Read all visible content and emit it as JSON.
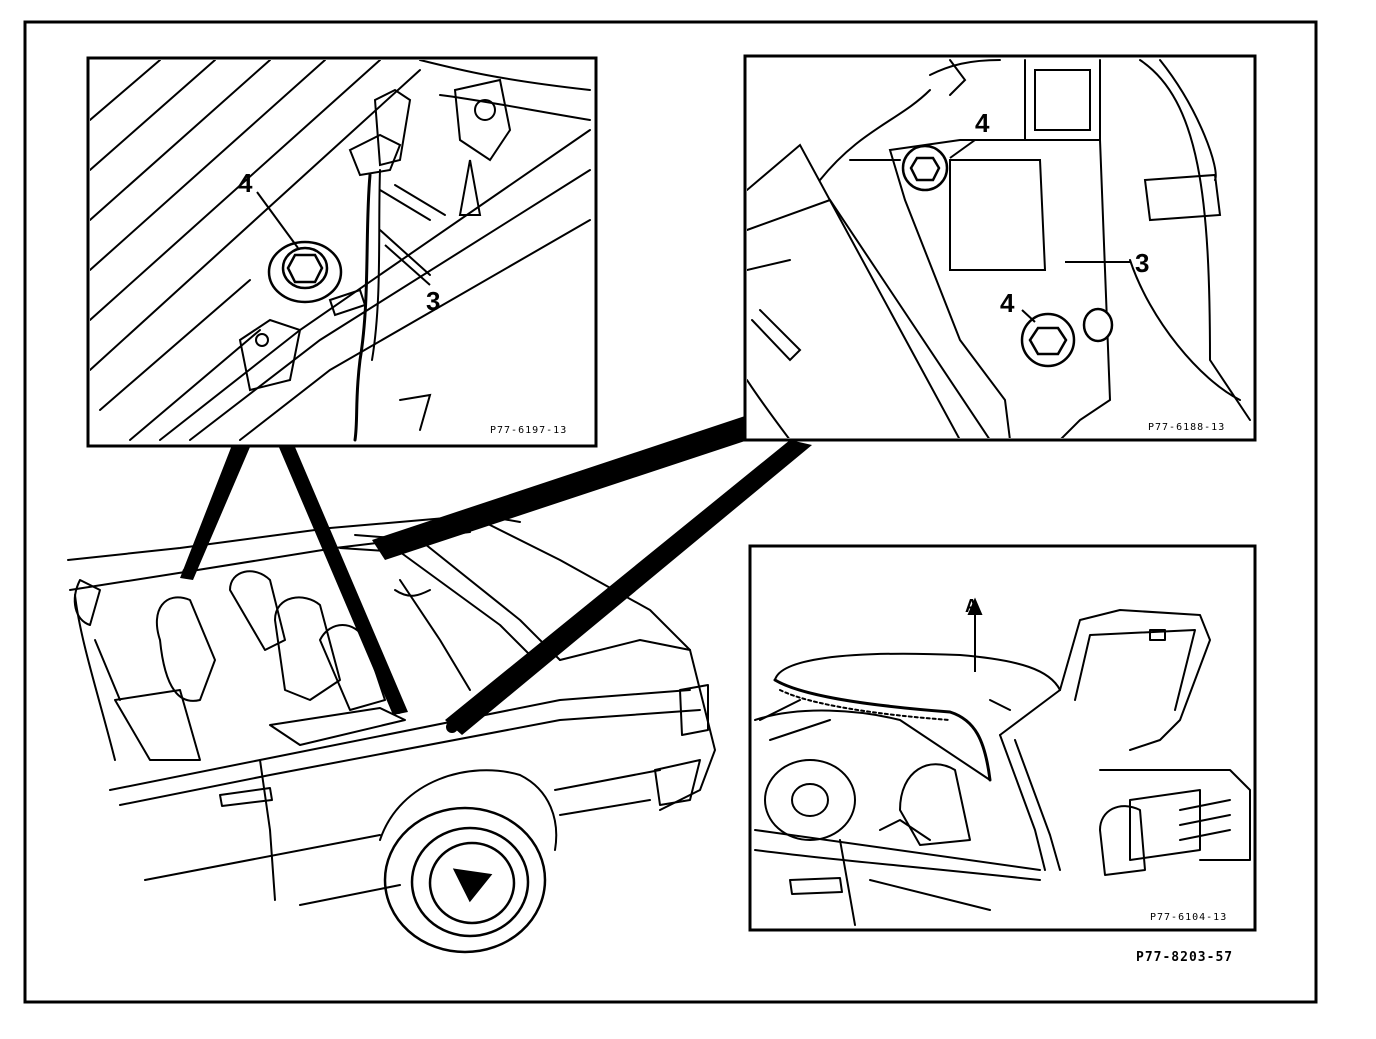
{
  "figure": {
    "main_code": "P77-8203-57",
    "panels": {
      "top_left": {
        "code": "P77-6197-13",
        "callouts": [
          "4",
          "3"
        ]
      },
      "top_right": {
        "code": "P77-6188-13",
        "callouts": [
          "4",
          "3",
          "4"
        ]
      },
      "bottom_right": {
        "code": "P77-6104-13",
        "callouts": [
          "A"
        ]
      }
    }
  }
}
